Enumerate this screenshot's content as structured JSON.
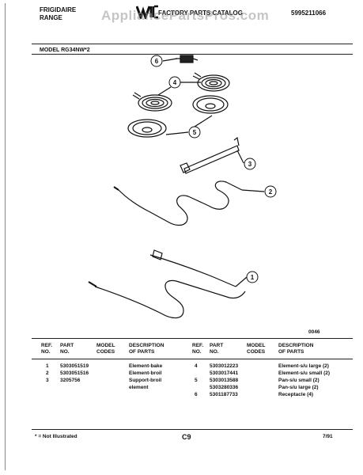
{
  "header": {
    "brand": "FRIGIDAIRE",
    "product": "RANGE",
    "catalog_title": "FACTORY PARTS CATALOG",
    "catalog_number": "5995211066",
    "watermark": "AppliancePartsPros.com"
  },
  "model_line": "MODEL RG34NW*2",
  "diagram": {
    "callouts": [
      "1",
      "2",
      "3",
      "4",
      "5",
      "6"
    ],
    "figure_code": "0046"
  },
  "parts_table": {
    "columns": [
      {
        "ref": "REF.",
        "ref2": "NO.",
        "part": "PART",
        "part2": "NO.",
        "codes": "MODEL",
        "codes2": "CODES",
        "desc": "DESCRIPTION",
        "desc2": "OF PARTS"
      },
      {
        "ref": "REF.",
        "ref2": "NO.",
        "part": "PART",
        "part2": "NO.",
        "codes": "MODEL",
        "codes2": "CODES",
        "desc": "DESCRIPTION",
        "desc2": "OF PARTS"
      }
    ],
    "left_rows": [
      {
        "ref": "1",
        "part": "5303051519",
        "desc": "Element-bake"
      },
      {
        "ref": "2",
        "part": "5303051516",
        "desc": "Element-broil"
      },
      {
        "ref": "3",
        "part": "3205756",
        "desc": "Support-broil"
      },
      {
        "ref": "",
        "part": "",
        "desc": "element"
      }
    ],
    "right_rows": [
      {
        "ref": "4",
        "part": "5303012223",
        "desc": "Element-s/u large (2)"
      },
      {
        "ref": "",
        "part": "5303017441",
        "desc": "Element-s/u small (2)"
      },
      {
        "ref": "5",
        "part": "5303013588",
        "desc": "Pan-s/u small (2)"
      },
      {
        "ref": "",
        "part": "5303280336",
        "desc": "Pan-s/u large (2)"
      },
      {
        "ref": "6",
        "part": "5301187733",
        "desc": "Receptacle (4)"
      }
    ]
  },
  "footer": {
    "note": "* = Not Illustrated",
    "page": "C9",
    "date": "7/91"
  }
}
